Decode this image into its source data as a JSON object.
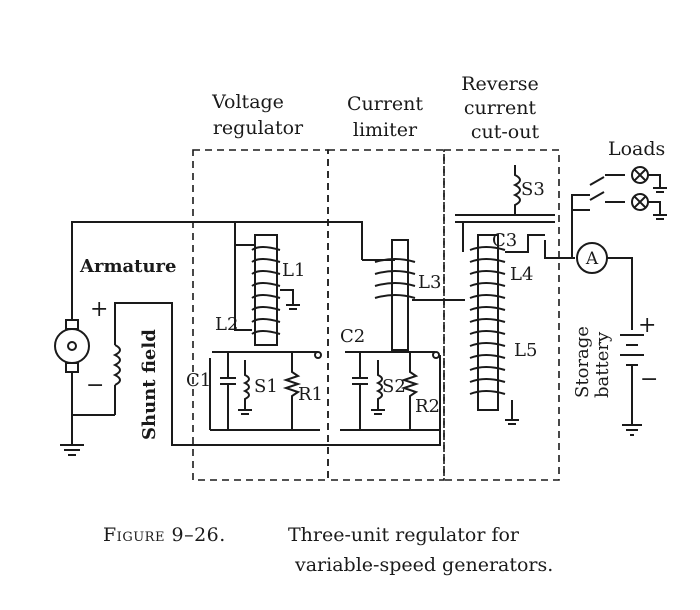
{
  "sections": {
    "voltage_regulator": [
      "Voltage",
      "regulator"
    ],
    "current_limiter": [
      "Current",
      "limiter"
    ],
    "reverse_cutout": [
      "Reverse",
      "current",
      "cut-out"
    ]
  },
  "labels": {
    "armature": "Armature",
    "shunt_field": "Shunt field",
    "loads": "Loads",
    "storage_battery": [
      "Storage",
      "battery"
    ],
    "ammeter": "A",
    "plus": "+",
    "minus": "−",
    "l1": "L1",
    "l2": "L2",
    "l3": "L3",
    "l4": "L4",
    "l5": "L5",
    "c1": "C1",
    "c2": "C2",
    "c3": "C3",
    "s1": "S1",
    "s2": "S2",
    "s3": "S3",
    "r1": "R1",
    "r2": "R2"
  },
  "caption": {
    "figure": "Figure 9–26.",
    "line1": "Three-unit regulator for",
    "line2": "variable-speed generators."
  }
}
